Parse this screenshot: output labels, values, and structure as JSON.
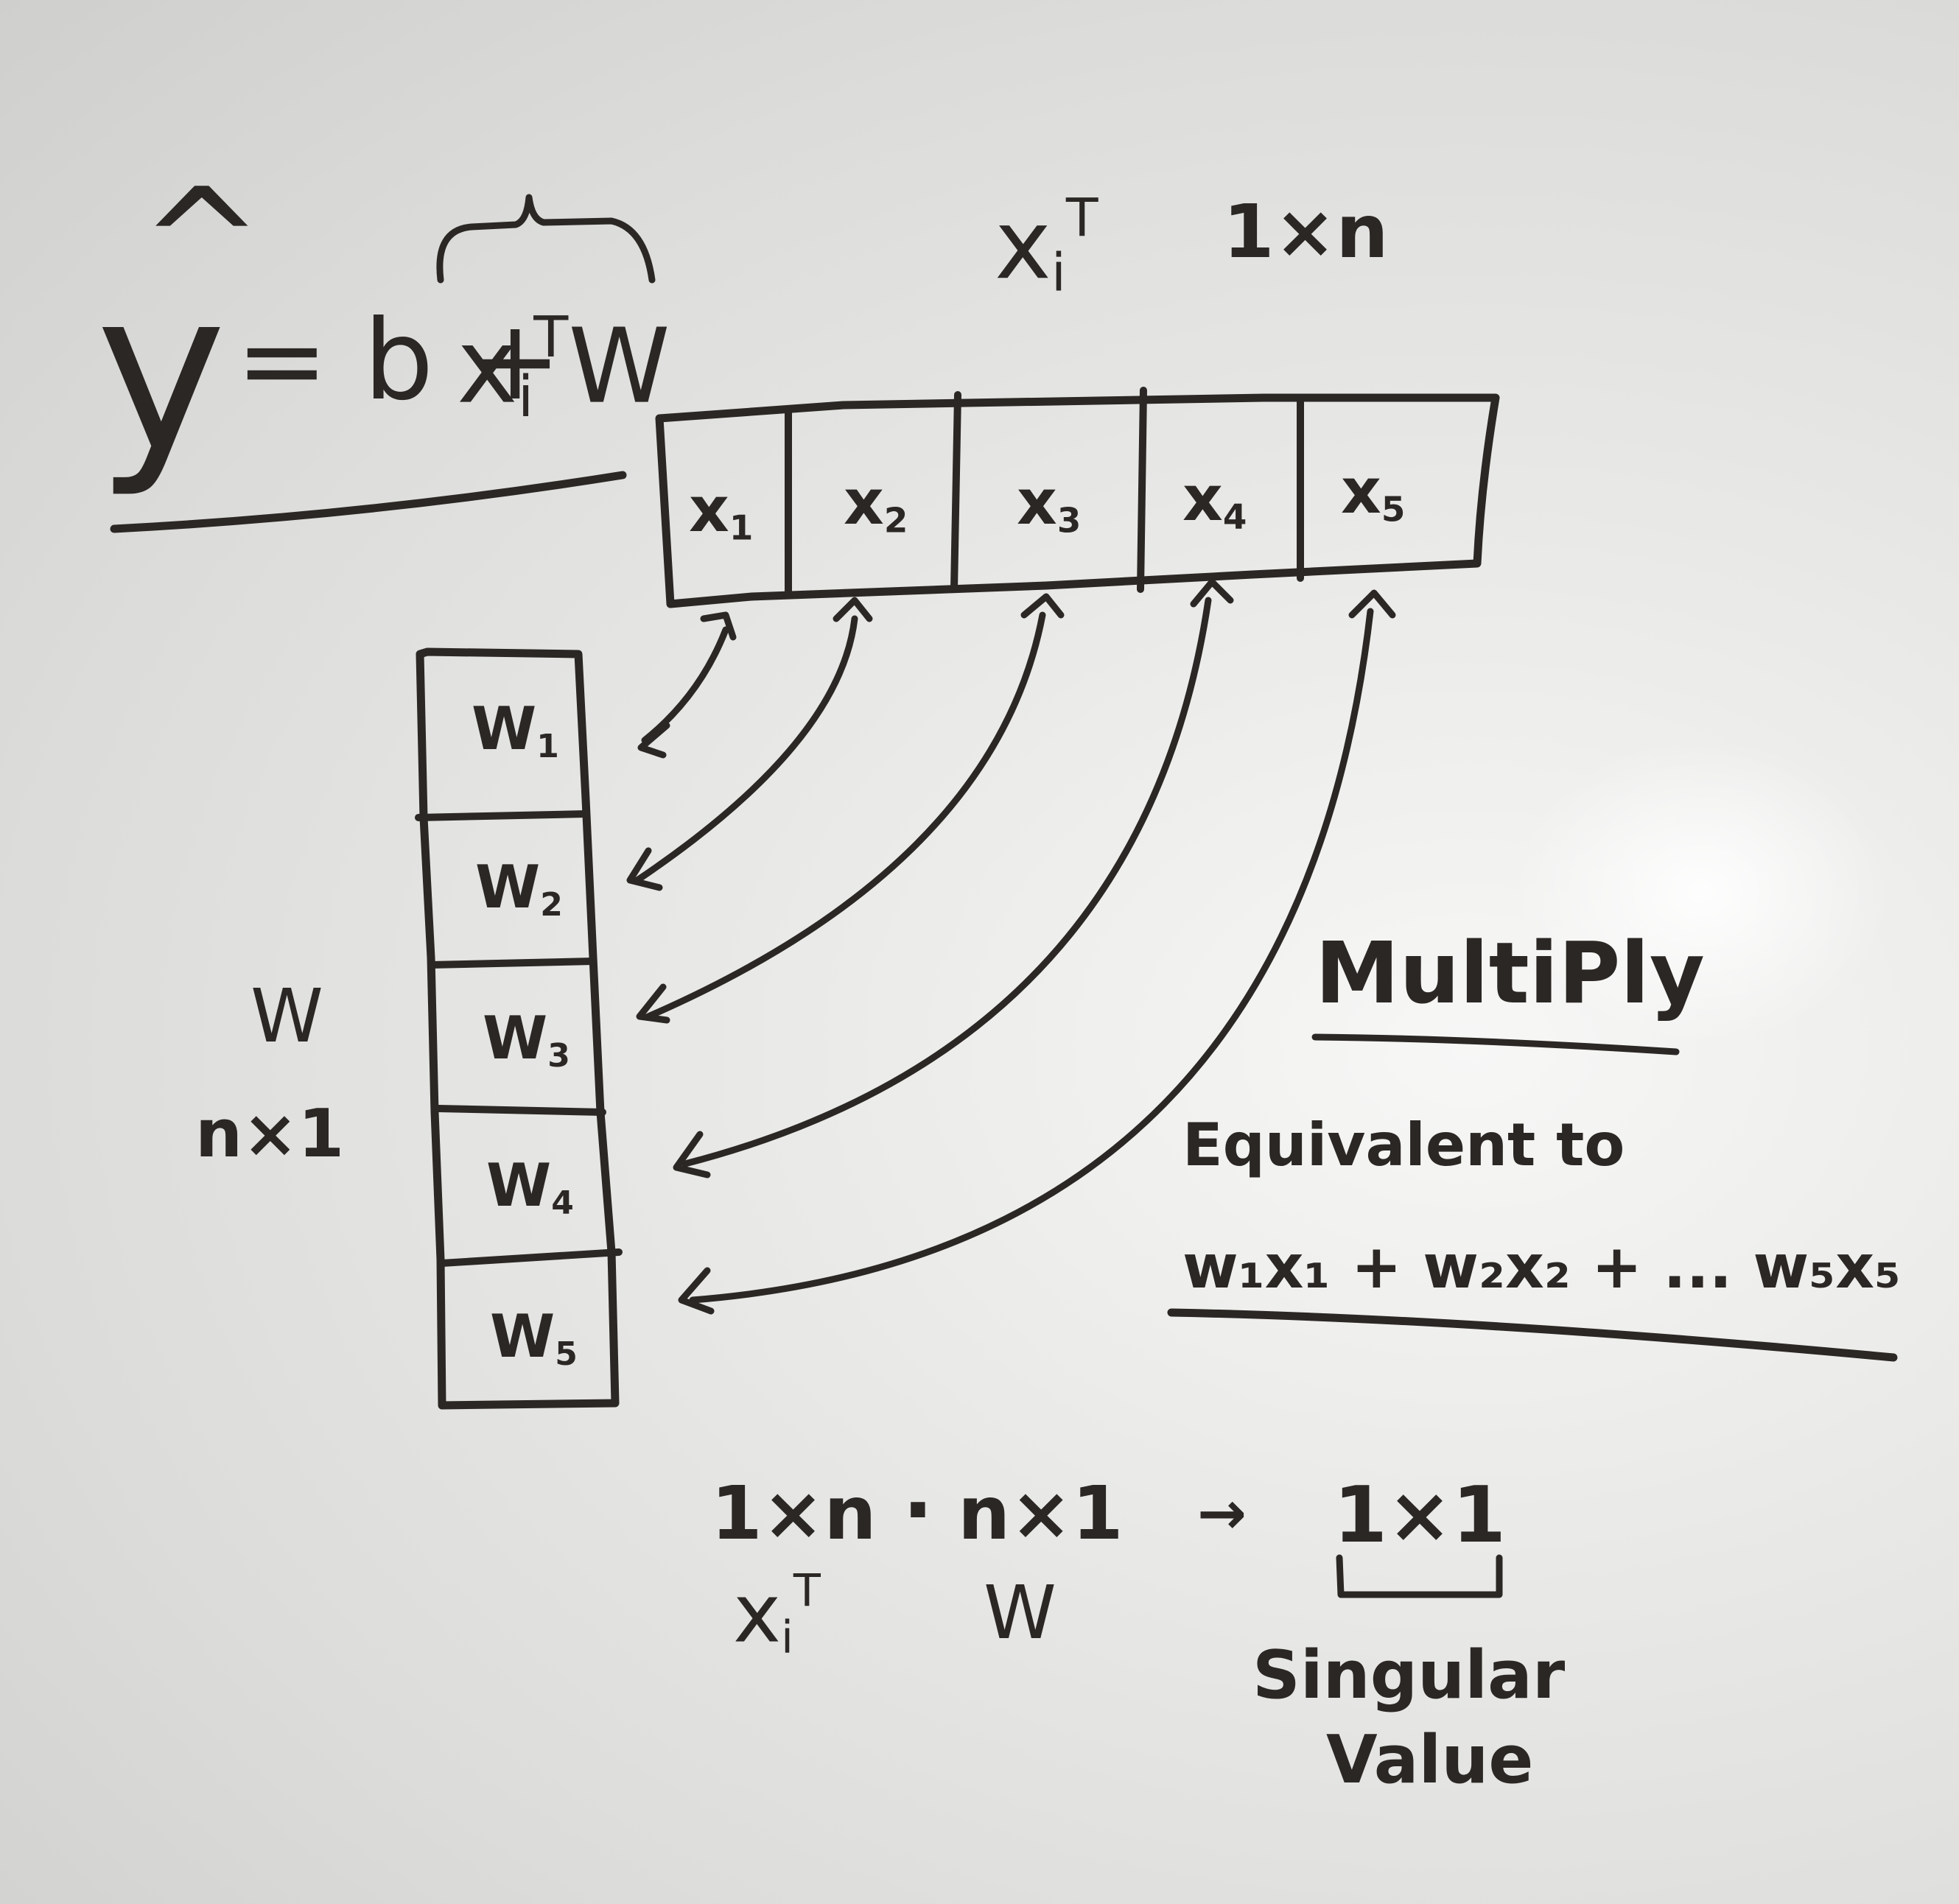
{
  "equation": {
    "lhs": "y",
    "hat": "^",
    "rhs_prefix": "= b +",
    "x_symbol": "x",
    "x_sub": "i",
    "x_sup": "T",
    "w_symbol": "W"
  },
  "row_vector": {
    "symbol": "x",
    "sub": "i",
    "sup": "T",
    "dims": "1×n",
    "cells": [
      "x1",
      "x2",
      "x3",
      "x4",
      "x5"
    ],
    "cell_base": "x",
    "cell_subs": [
      "1",
      "2",
      "3",
      "4",
      "5"
    ]
  },
  "column_vector": {
    "symbol": "W",
    "dims": "n×1",
    "cell_base": "W",
    "cell_subs": [
      "1",
      "2",
      "3",
      "4",
      "5"
    ]
  },
  "multiply": {
    "heading": "MultiPly",
    "equivalent_label": "Equivalent to",
    "expansion": "w₁x₁ + w₂x₂ + ... w₅x₅"
  },
  "bottom": {
    "left_dims": "1×n",
    "dot": "·",
    "right_dims": "n×1",
    "arrow": "→",
    "result_dims": "1×1",
    "left_symbol": "x",
    "left_sub": "i",
    "left_sup": "T",
    "right_symbol": "W",
    "result_label_1": "Singular",
    "result_label_2": "Value"
  },
  "colors": {
    "ink": "#2b2725",
    "board": "#e4e4e2"
  }
}
